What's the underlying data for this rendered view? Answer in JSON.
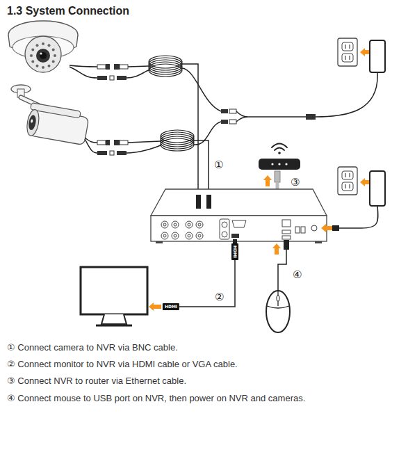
{
  "diagram": {
    "title": "1.3 System Connection",
    "labels": [
      "①",
      "②",
      "③",
      "④",
      "HDMI",
      "HDMI",
      "① Connect camera to NVR via BNC cable.",
      "② Connect monitor to NVR via HDMI cable or VGA cable.",
      "③ Connect NVR to router via Ethernet cable.",
      "④ Connect mouse to USB port on NVR, then power on NVR and cameras."
    ]
  }
}
